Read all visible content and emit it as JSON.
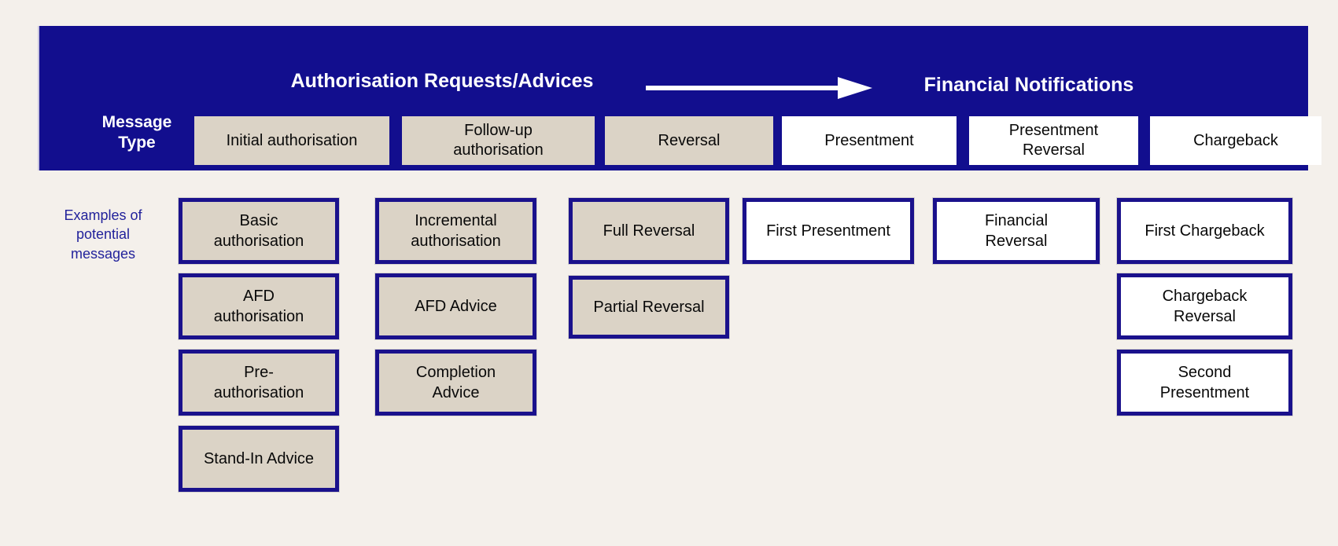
{
  "colors": {
    "banner_navy": "#120e8e",
    "box_border_navy": "#1a118c",
    "tan_fill": "#dbd3c6",
    "white_fill": "#ffffff",
    "page_background": "#f4f0eb",
    "note_blue": "#22229b",
    "banner_text": "#ffffff",
    "box_text": "#090909"
  },
  "banner": {
    "left_title": "Authorisation Requests/Advices",
    "right_title": "Financial Notifications",
    "row_label": "Message\nType",
    "arrow_icon": "right-arrow"
  },
  "sidebar_note": "Examples of\npotential\nmessages",
  "columns": [
    {
      "header": "Initial authorisation",
      "style": "tan",
      "examples": [
        "Basic\nauthorisation",
        "AFD\nauthorisation",
        "Pre-\nauthorisation",
        "Stand-In Advice"
      ]
    },
    {
      "header": "Follow-up\nauthorisation",
      "style": "tan",
      "examples": [
        "Incremental\nauthorisation",
        "AFD Advice",
        "Completion\nAdvice"
      ]
    },
    {
      "header": "Reversal",
      "style": "tan",
      "examples": [
        "Full Reversal",
        "Partial Reversal"
      ]
    },
    {
      "header": "Presentment",
      "style": "white",
      "examples": [
        "First Presentment"
      ]
    },
    {
      "header": "Presentment\nReversal",
      "style": "white",
      "examples": [
        "Financial\nReversal"
      ]
    },
    {
      "header": "Chargeback",
      "style": "white",
      "examples": [
        "First Chargeback",
        "Chargeback\nReversal",
        "Second\nPresentment"
      ]
    }
  ]
}
